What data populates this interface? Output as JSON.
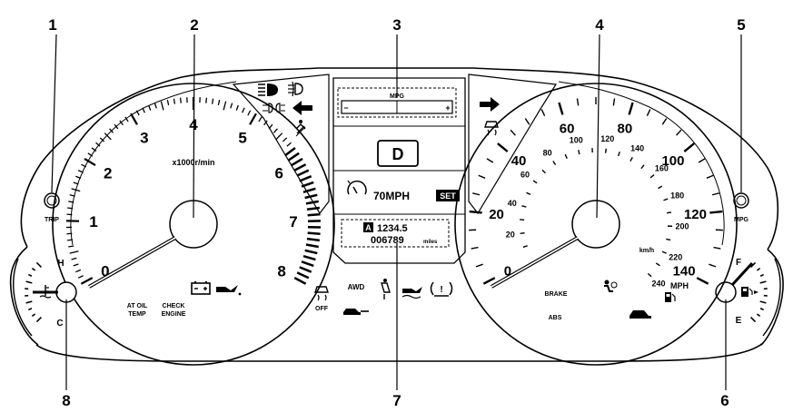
{
  "callouts": [
    {
      "num": "1"
    },
    {
      "num": "2"
    },
    {
      "num": "3"
    },
    {
      "num": "4"
    },
    {
      "num": "5"
    },
    {
      "num": "6"
    },
    {
      "num": "7"
    },
    {
      "num": "8"
    }
  ],
  "tachometer": {
    "numbers": [
      "0",
      "1",
      "2",
      "3",
      "4",
      "5",
      "6",
      "7",
      "8"
    ],
    "unit": "x1000r/min",
    "warnings": {
      "at_oil_temp": "AT OIL\nTEMP",
      "check_engine": "CHECK\nENGINE"
    },
    "at_oil_line1": "AT OIL",
    "at_oil_line2": "TEMP",
    "check_line1": "CHECK",
    "check_line2": "ENGINE",
    "off_label": "OFF"
  },
  "speedometer": {
    "mph_numbers": [
      "0",
      "20",
      "40",
      "60",
      "80",
      "100",
      "120",
      "140"
    ],
    "kmh_numbers": [
      "20",
      "40",
      "60",
      "80",
      "100",
      "120",
      "140",
      "160",
      "180",
      "200",
      "220",
      "240"
    ],
    "kmh_unit": "km/h",
    "mph_unit": "MPH",
    "brake": "BRAKE",
    "abs": "ABS"
  },
  "buttons": {
    "trip": "TRIP",
    "mpg": "MPG"
  },
  "temp_gauge": {
    "hot": "H",
    "cold": "C"
  },
  "fuel_gauge": {
    "full": "F",
    "empty": "E"
  },
  "center_display": {
    "mpg_label": "MPG",
    "minus": "−",
    "plus": "+",
    "gear": "D",
    "cruise_speed": "70MPH",
    "set": "SET",
    "trip_letter": "A",
    "trip_value": "1234.5",
    "odometer": "006789",
    "odo_unit": "miles",
    "awd": "AWD"
  },
  "colors": {
    "line": "#000000",
    "background": "#ffffff"
  }
}
